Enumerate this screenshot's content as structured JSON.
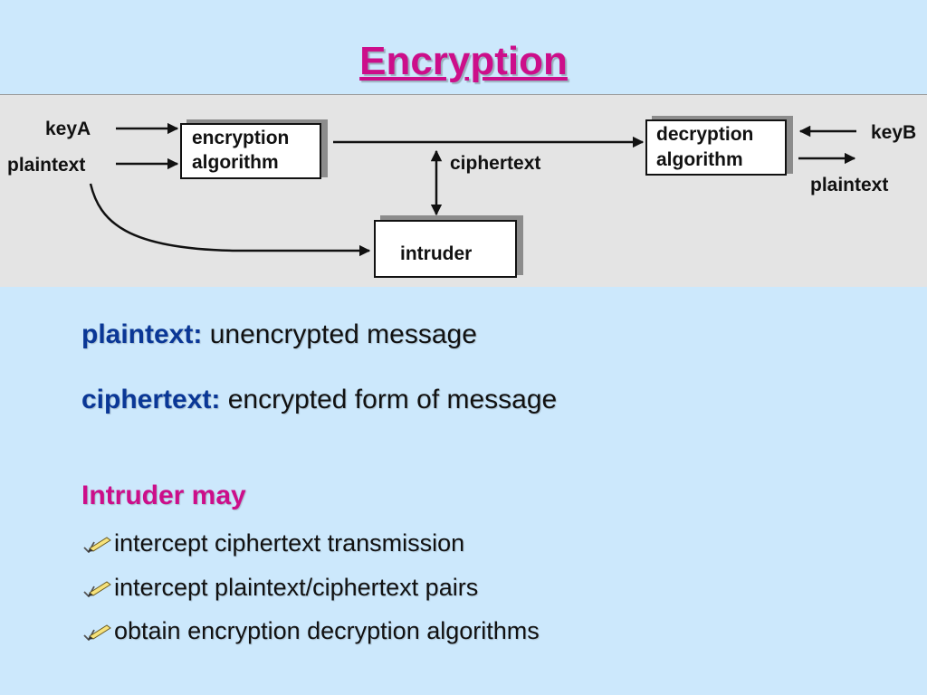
{
  "slide": {
    "title": "Encryption"
  },
  "diagram": {
    "labels": {
      "keyA": "keyA",
      "plaintext_in": "plaintext",
      "keyB": "keyB",
      "plaintext_out": "plaintext",
      "ciphertext": "ciphertext"
    },
    "boxes": {
      "encryption_line1": "encryption",
      "encryption_line2": "algorithm",
      "decryption_line1": "decryption",
      "decryption_line2": "algorithm",
      "intruder": "intruder"
    }
  },
  "definitions": [
    {
      "term": "plaintext:",
      "description": "unencrypted message"
    },
    {
      "term": "ciphertext:",
      "description": "encrypted form of message"
    }
  ],
  "intruder": {
    "heading": "Intruder may",
    "bullet_icon": "pencil-check-icon",
    "bullets": [
      "intercept ciphertext transmission",
      "intercept plaintext/ciphertext pairs",
      "obtain encryption decryption algorithms"
    ]
  },
  "colors": {
    "background": "#cce8fc",
    "title": "#cc0e8a",
    "term": "#0a3796",
    "panel": "#e4e4e4"
  }
}
